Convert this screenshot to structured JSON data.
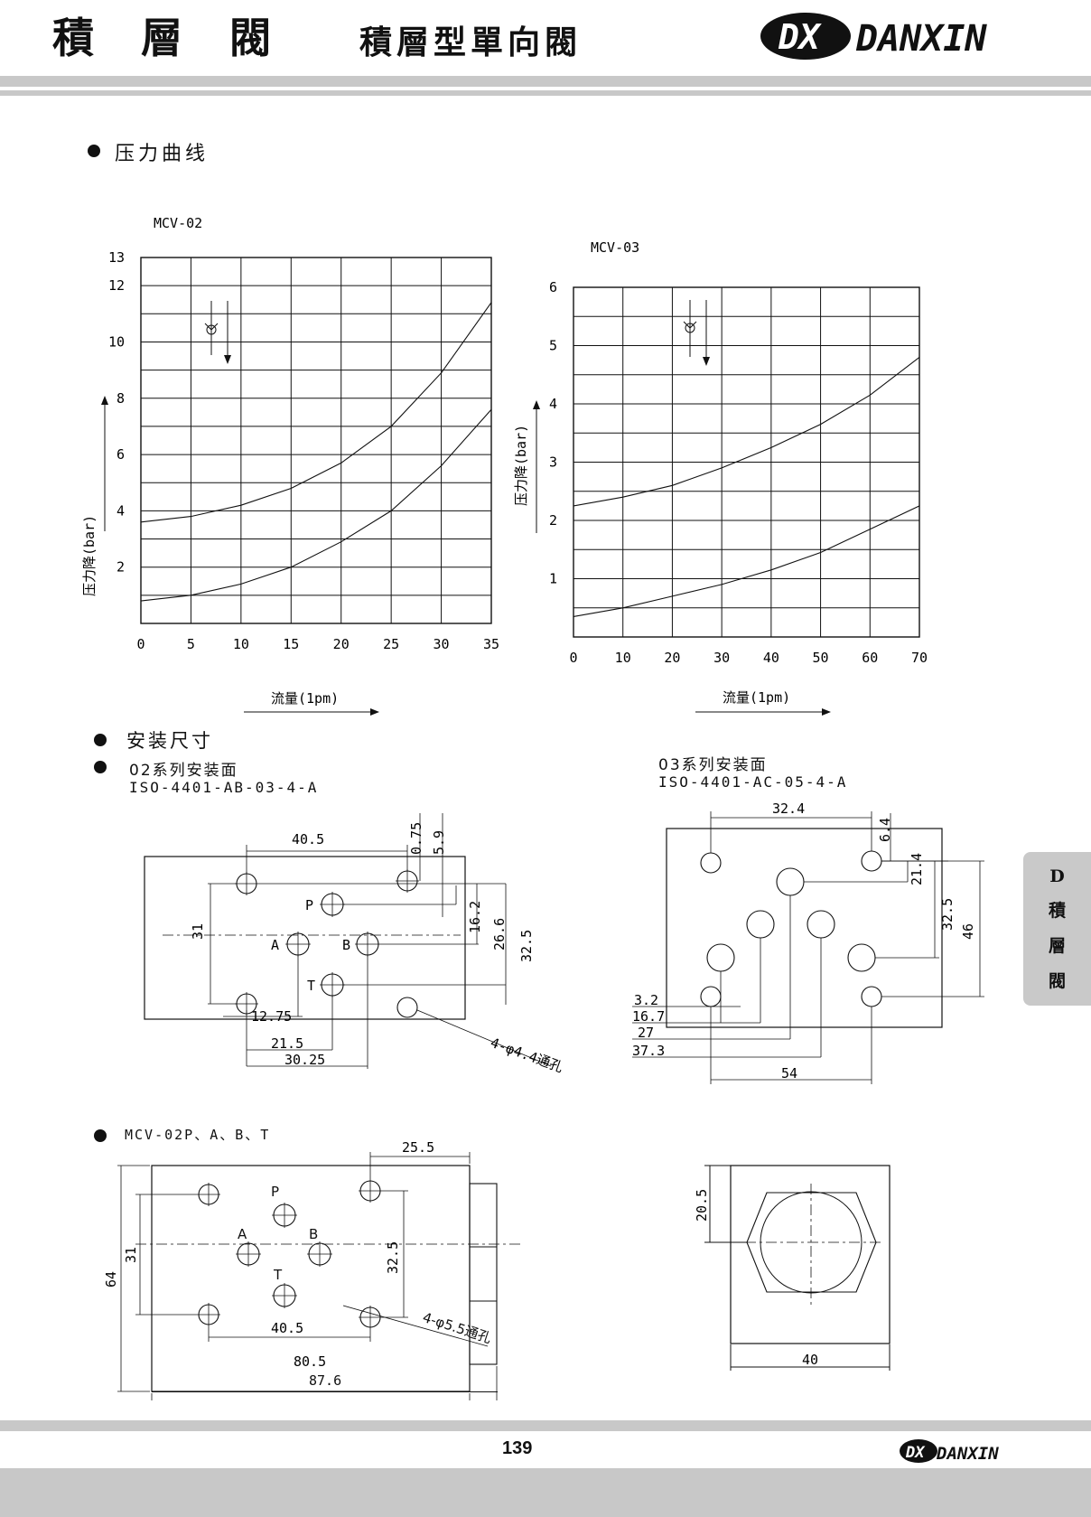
{
  "header": {
    "title_main": "積 層 閥",
    "title_sub": "積層型單向閥",
    "brand": "DANXIN",
    "logo_mark": "DX"
  },
  "sections": {
    "pressure_curve": "压力曲线",
    "install_dims": "安装尺寸",
    "mount_02": "02系列安装面",
    "mount_02_std": "ISO-4401-AB-03-4-A",
    "mount_03": "03系列安装面",
    "mount_03_std": "ISO-4401-AC-05-4-A",
    "model_label": "MCV-02P、A、B、T"
  },
  "side_tab": [
    "D",
    "積",
    "層",
    "閥"
  ],
  "footer": {
    "page_number": "139",
    "brand": "DANXIN"
  },
  "chart_data": [
    {
      "type": "line",
      "title": "MCV-02",
      "xlabel": "流量(1pm)",
      "ylabel": "压力降(bar)",
      "xlim": [
        0,
        35
      ],
      "ylim": [
        0,
        13
      ],
      "x_ticks": [
        0,
        5,
        10,
        15,
        20,
        25,
        30,
        35
      ],
      "y_ticks": [
        2,
        4,
        6,
        8,
        10,
        12,
        13
      ],
      "grid": true,
      "series": [
        {
          "x": [
            0,
            5,
            10,
            15,
            20,
            25,
            30,
            35
          ],
          "values": [
            3.6,
            3.8,
            4.2,
            4.8,
            5.7,
            7.0,
            8.9,
            11.4
          ]
        },
        {
          "x": [
            0,
            5,
            10,
            15,
            20,
            25,
            30,
            35
          ],
          "values": [
            0.8,
            1.0,
            1.4,
            2.0,
            2.9,
            4.0,
            5.6,
            7.6
          ]
        }
      ]
    },
    {
      "type": "line",
      "title": "MCV-03",
      "xlabel": "流量(1pm)",
      "ylabel": "压力降(bar)",
      "xlim": [
        0,
        70
      ],
      "ylim": [
        0,
        6
      ],
      "x_ticks": [
        0,
        10,
        20,
        30,
        40,
        50,
        60,
        70
      ],
      "y_ticks": [
        1,
        2,
        3,
        4,
        5,
        6
      ],
      "grid": true,
      "series": [
        {
          "x": [
            0,
            10,
            20,
            30,
            40,
            50,
            60,
            70
          ],
          "values": [
            2.25,
            2.4,
            2.6,
            2.9,
            3.25,
            3.65,
            4.15,
            4.8
          ]
        },
        {
          "x": [
            0,
            10,
            20,
            30,
            40,
            50,
            60,
            70
          ],
          "values": [
            0.35,
            0.5,
            0.7,
            0.9,
            1.15,
            1.45,
            1.85,
            2.25
          ]
        }
      ]
    }
  ],
  "drawing_02": {
    "dims": [
      "40.5",
      "0.75",
      "5.9",
      "16.2",
      "26.6",
      "32.5",
      "31",
      "12.75",
      "21.5",
      "30.25"
    ],
    "ports": [
      "P",
      "A",
      "B",
      "T"
    ],
    "hole_note": "4-φ4.4通孔"
  },
  "drawing_03": {
    "dims": [
      "32.4",
      "6.4",
      "21.4",
      "32.5",
      "46",
      "3.2",
      "16.7",
      "27",
      "37.3",
      "54"
    ]
  },
  "drawing_body": {
    "dims": [
      "25.5",
      "64",
      "31",
      "32.5",
      "40.5",
      "80.5",
      "87.6"
    ],
    "ports": [
      "P",
      "A",
      "B",
      "T"
    ],
    "hole_note": "4-φ5.5通孔"
  },
  "drawing_side": {
    "dims": [
      "20.5",
      "40"
    ]
  }
}
